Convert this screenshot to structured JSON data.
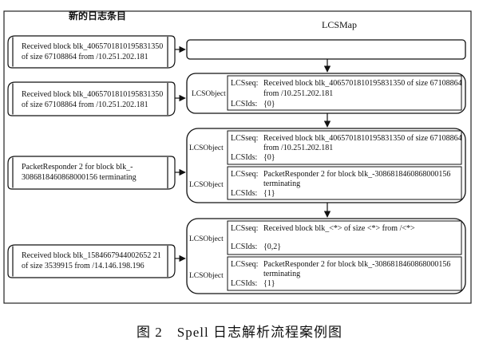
{
  "headers": {
    "left": "新的日志条目",
    "right": "LCSMap"
  },
  "log_entries": [
    {
      "lines": [
        "Received block blk_4065701810195831350",
        "of size 67108864 from /10.251.202.181"
      ]
    },
    {
      "lines": [
        "Received block blk_4065701810195831350",
        "of size 67108864 from /10.251.202.181"
      ]
    },
    {
      "lines": [
        "PacketResponder 2 for block blk_-",
        "3086818460868000156 terminating"
      ]
    },
    {
      "lines": [
        "Received block blk_1584667944002652 21",
        "of size 3539915 from /14.146.198.196"
      ]
    }
  ],
  "maps": [
    {
      "objects": []
    },
    {
      "objects": [
        {
          "label": "LCSObject",
          "seq_prefix": "LCSseq:",
          "seq_lines": [
            "Received block blk_4065701810195831350 of size 67108864",
            "from /10.251.202.181"
          ],
          "ids_prefix": "LCSIds:",
          "ids": "{0}"
        }
      ]
    },
    {
      "objects": [
        {
          "label": "LCSObject",
          "seq_prefix": "LCSseq:",
          "seq_lines": [
            "Received block blk_4065701810195831350 of size 67108864",
            "from /10.251.202.181"
          ],
          "ids_prefix": "LCSIds:",
          "ids": "{0}"
        },
        {
          "label": "LCSObject",
          "seq_prefix": "LCSseq:",
          "seq_lines": [
            "PacketResponder 2 for block blk_-3086818460868000156",
            "terminating"
          ],
          "ids_prefix": "LCSIds:",
          "ids": "{1}"
        }
      ]
    },
    {
      "objects": [
        {
          "label": "LCSObject",
          "seq_prefix": "LCSseq:",
          "seq_lines": [
            "Received block blk_<*> of size <*> from /<*>"
          ],
          "ids_prefix": "LCSIds:",
          "ids": "{0,2}"
        },
        {
          "label": "LCSObject",
          "seq_prefix": "LCSseq:",
          "seq_lines": [
            "PacketResponder 2 for block blk_-3086818460868000156",
            "terminating"
          ],
          "ids_prefix": "LCSIds:",
          "ids": "{1}"
        }
      ]
    }
  ],
  "caption": {
    "number": "图 2",
    "text": "Spell 日志解析流程案例图"
  }
}
